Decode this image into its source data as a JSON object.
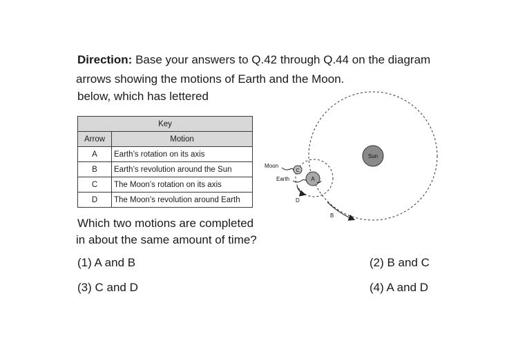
{
  "direction": {
    "label": "Direction:",
    "line1": "Base your answers to Q.42 through Q.44 on the diagram",
    "line2": "arrows showing the motions of Earth and the Moon.",
    "line3": "below, which has lettered"
  },
  "key_table": {
    "title": "Key",
    "headers": [
      "Arrow",
      "Motion"
    ],
    "rows": [
      {
        "arrow": "A",
        "motion": "Earth’s rotation on its axis"
      },
      {
        "arrow": "B",
        "motion": "Earth’s revolution around the Sun"
      },
      {
        "arrow": "C",
        "motion": "The Moon’s rotation on its axis"
      },
      {
        "arrow": "D",
        "motion": "The Moon’s revolution around Earth"
      }
    ]
  },
  "diagram": {
    "sun_label": "Sun",
    "moon_label": "Moon",
    "earth_label": "Earth",
    "arrow_a": "A",
    "arrow_b": "B",
    "arrow_c": "C",
    "arrow_d": "D"
  },
  "question": {
    "line1": "Which two motions are completed",
    "line2": "in about the same amount of time?"
  },
  "options": [
    {
      "label": "(1) A and B"
    },
    {
      "label": "(2) B and C"
    },
    {
      "label": "(3) C and D"
    },
    {
      "label": "(4) A and D"
    }
  ]
}
